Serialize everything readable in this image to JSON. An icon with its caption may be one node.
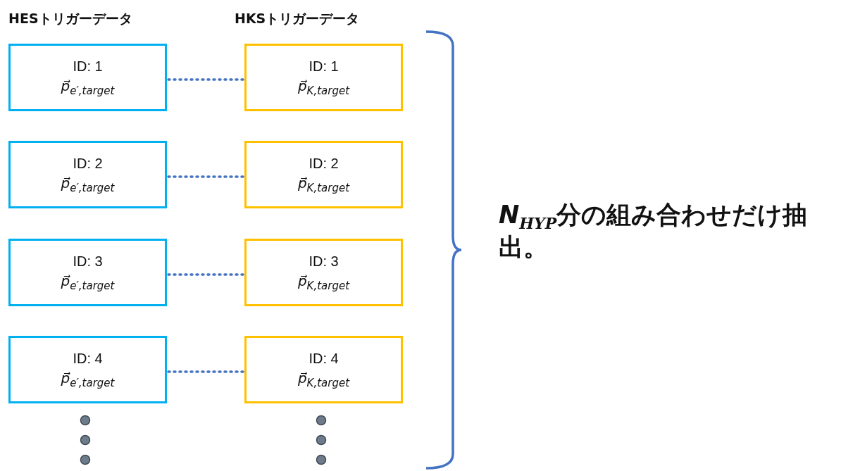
{
  "diagram": {
    "nodes": [
      {
        "text": [
          "ID: 1",
          "p⃗$_{e′,target}$"
        ]
      },
      {
        "text": [
          "ID: 1",
          "p⃗$_{K,target}$"
        ]
      },
      {
        "text": [
          "ID: 2",
          "p⃗$_{e′,target}$"
        ]
      },
      {
        "text": [
          "ID: 2",
          "p⃗$_{K,target}$"
        ]
      },
      {
        "text": [
          "ID: 3",
          "p⃗$_{e′,target}$"
        ]
      },
      {
        "text": [
          "ID: 3",
          "p⃗$_{K,target}$"
        ]
      },
      {
        "text": [
          "ID: 4",
          "p⃗$_{e′,target}$"
        ]
      },
      {
        "text": [
          "ID: 4",
          "p⃗$_{K,target}$"
        ]
      }
    ],
    "edges": [
      {
        "from": 0,
        "to": 1,
        "arrow": "none",
        "style": "dashed"
      },
      {
        "from": 2,
        "to": 3,
        "arrow": "none",
        "style": "dashed"
      },
      {
        "from": 4,
        "to": 5,
        "arrow": "none",
        "style": "dashed"
      },
      {
        "from": 6,
        "to": 7,
        "arrow": "none",
        "style": "dashed"
      }
    ],
    "labels": [
      "HESトリガーデータ",
      "HKSトリガーデータ",
      "*N*$_{HYP}$分の組み合わせだけ抽出。"
    ]
  }
}
